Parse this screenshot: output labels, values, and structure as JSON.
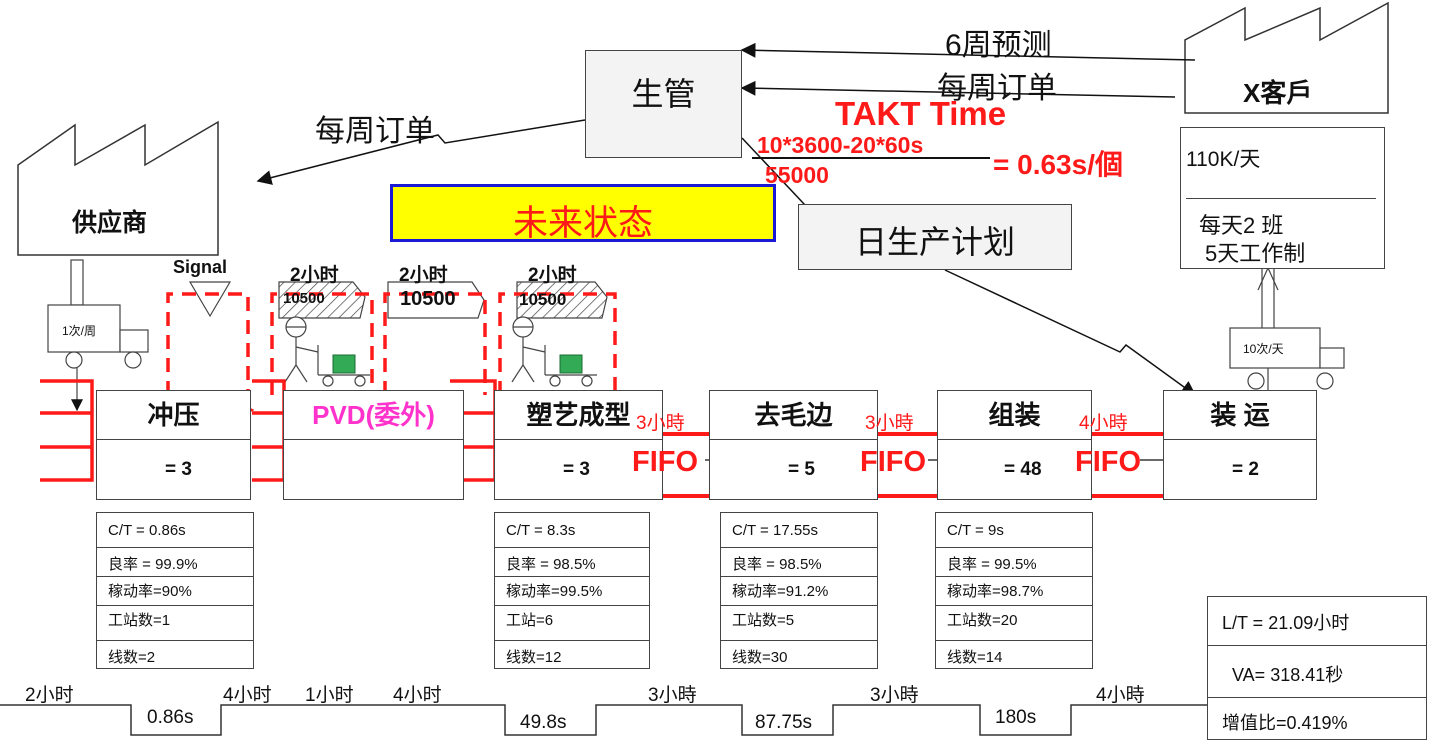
{
  "title_box": "未来状态",
  "production_control": "生管",
  "customer": {
    "name": "X客戶",
    "demand": "110K/天",
    "shifts": "每天2 班",
    "workdays": "5天工作制"
  },
  "supplier": {
    "name": "供应商"
  },
  "info_flow": {
    "forecast": "6周预测",
    "weekly_order_customer": "每周订单",
    "weekly_order_supplier": "每周订单",
    "daily_plan": "日生产计划"
  },
  "takt": {
    "label": "TAKT Time",
    "numerator": "10*3600-20*60s",
    "denominator": "55000",
    "result": "= 0.63s/個"
  },
  "signal": "Signal",
  "supplier_truck": "1次/周",
  "customer_truck": "10次/天",
  "supermarkets": [
    {
      "time": "2小时",
      "qty": "10500"
    },
    {
      "time": "2小时",
      "qty": "10500"
    },
    {
      "time": "2小时",
      "qty": "10500"
    }
  ],
  "processes": [
    {
      "name": "冲压",
      "operators": "= 3"
    },
    {
      "name": "PVD(委外)",
      "operators": ""
    },
    {
      "name": "塑艺成型",
      "operators": "= 3"
    },
    {
      "name": "去毛边",
      "operators": "= 5"
    },
    {
      "name": "组装",
      "operators": "= 48"
    },
    {
      "name": "装 运",
      "operators": "= 2"
    }
  ],
  "fifo": [
    {
      "label": "FIFO",
      "time": "3小時"
    },
    {
      "label": "FIFO",
      "time": "3小時"
    },
    {
      "label": "FIFO",
      "time": "4小時"
    }
  ],
  "data_boxes": [
    {
      "ct": "C/T = 0.86s",
      "yield": "良率 = 99.9%",
      "uptime": "稼动率=90%",
      "stations": "工站数=1",
      "lines": "线数=2"
    },
    {
      "ct": "C/T = 8.3s",
      "yield": "良率 = 98.5%",
      "uptime": "稼动率=99.5%",
      "stations": "工站=6",
      "lines": "线数=12"
    },
    {
      "ct": "C/T = 17.55s",
      "yield": "良率 = 98.5%",
      "uptime": "稼动率=91.2%",
      "stations": "工站数=5",
      "lines": "线数=30"
    },
    {
      "ct": "C/T = 9s",
      "yield": "良率 = 99.5%",
      "uptime": "稼动率=98.7%",
      "stations": "工站数=20",
      "lines": "线数=14"
    }
  ],
  "timeline": {
    "wait": [
      "2小时",
      "4小时",
      "1小时",
      "4小时",
      "3小時",
      "3小時",
      "4小時"
    ],
    "process": [
      "0.86s",
      "49.8s",
      "87.75s",
      "180s"
    ]
  },
  "summary": {
    "lead_time": "L/T = 21.09小时",
    "value_added": "VA= 318.41秒",
    "ratio": "增值比=0.419%"
  },
  "colors": {
    "accent_red": "#ff1a1a",
    "highlight_yellow": "#ffff00",
    "frame_blue": "#1a1ad6",
    "pvd_magenta": "#ff33cc",
    "kanban_green": "#33aa55"
  }
}
